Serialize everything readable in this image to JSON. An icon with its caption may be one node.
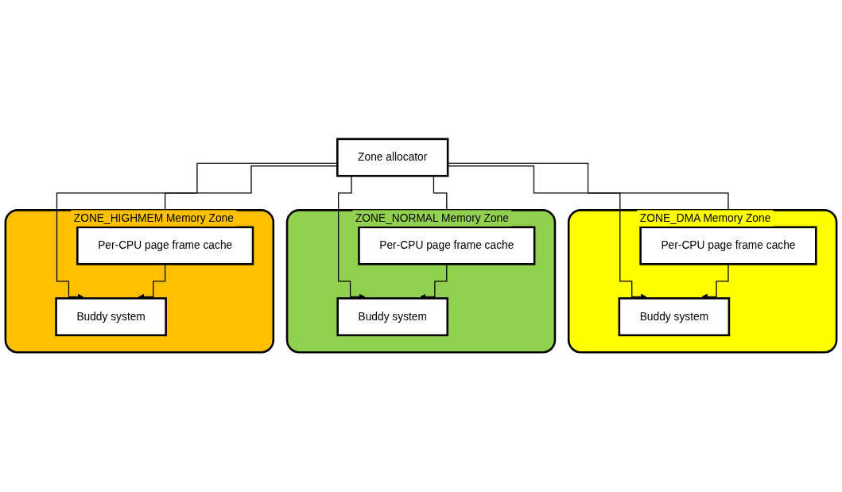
{
  "diagram": {
    "nodes": [
      {
        "text": [
          "Zone allocator"
        ]
      },
      {
        "text": [
          "ZONE_DMA Memory Zone"
        ]
      },
      {
        "text": [
          "Per-CPU page frame cache"
        ],
        "in": 1
      },
      {
        "text": [
          "Buddy system"
        ],
        "in": 1
      },
      {
        "text": [
          "ZONE_NORMAL Memory Zone"
        ]
      },
      {
        "text": [
          "Per-CPU page frame cache"
        ],
        "in": 4
      },
      {
        "text": [
          "Buddy system"
        ],
        "in": 4
      },
      {
        "text": [
          "ZONE_HIGHMEM Memory Zone"
        ]
      },
      {
        "text": [
          "Per-CPU page frame cache"
        ],
        "in": 7
      },
      {
        "text": [
          "Buddy system"
        ],
        "in": 7
      }
    ],
    "edges": [
      {
        "from": 0,
        "to": 2,
        "arrow": "to"
      },
      {
        "from": 0,
        "to": 3,
        "arrow": "to"
      },
      {
        "from": 2,
        "to": 3,
        "arrow": "to"
      },
      {
        "from": 0,
        "to": 5,
        "arrow": "to"
      },
      {
        "from": 0,
        "to": 6,
        "arrow": "to"
      },
      {
        "from": 5,
        "to": 6,
        "arrow": "to"
      },
      {
        "from": 0,
        "to": 8,
        "arrow": "to"
      },
      {
        "from": 0,
        "to": 9,
        "arrow": "to"
      },
      {
        "from": 8,
        "to": 9,
        "arrow": "to"
      }
    ]
  }
}
